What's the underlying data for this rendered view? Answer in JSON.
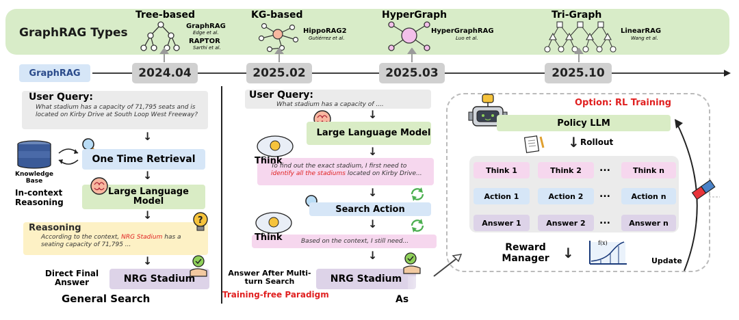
{
  "top_bar": {
    "title": "GraphRAG Types",
    "types": [
      {
        "label": "Tree-based",
        "methods": [
          {
            "name": "GraphRAG",
            "cite": "Edge et al."
          },
          {
            "name": "RAPTOR",
            "cite": "Sarthi et al."
          }
        ]
      },
      {
        "label": "KG-based",
        "methods": [
          {
            "name": "HippoRAG2",
            "cite": "Gutiérrez et al."
          }
        ]
      },
      {
        "label": "HyperGraph",
        "methods": [
          {
            "name": "HyperGraphRAG",
            "cite": "Luo et al."
          }
        ]
      },
      {
        "label": "Tri-Graph",
        "methods": [
          {
            "name": "LinearRAG",
            "cite": "Wang et al."
          }
        ]
      }
    ]
  },
  "timeline": {
    "start_label": "GraphRAG",
    "dates": [
      "2024.04",
      "2025.02",
      "2025.03",
      "2025.10"
    ]
  },
  "general": {
    "user_query_title": "User Query:",
    "user_query_text": "What stadium has a capacity of 71,795 seats and is located on Kirby Drive at South Loop West Freeway?",
    "kb_label": "Knowledge Base",
    "one_time_retrieval": "One Time Retrieval",
    "in_context_reasoning": "In-context Reasoning",
    "llm": "Large Language Model",
    "reasoning_title": "Reasoning",
    "reasoning_text_pre": "According to the context,",
    "reasoning_highlight": "NRG Stadium",
    "reasoning_text_post": "has a seating capacity of 71,795 ...",
    "direct_final_answer": "Direct Final Answer",
    "answer": "NRG Stadium",
    "caption": "General Search"
  },
  "training_free": {
    "user_query_title": "User Query:",
    "user_query_text": "What stadium has a capacity of ....",
    "llm": "Large Language Model",
    "think1_title": "Think",
    "think1_text_pre": "To find out the exact stadium, I first need to",
    "think1_highlight": "identify all the stadiums",
    "think1_text_post": "located on Kirby Drive...",
    "search_action": "Search Action",
    "think2_title": "Think",
    "think2_text": "Based on the context, I still need...",
    "answer_after": "Answer After Multi-turn Search",
    "answer": "NRG Stadium",
    "caption": "Training-free Paradigm",
    "truncated_label": "As"
  },
  "rl": {
    "option_title": "Option: RL Training",
    "policy_llm": "Policy LLM",
    "rollout": "Rollout",
    "thinks": [
      "Think 1",
      "Think 2",
      "Think n"
    ],
    "actions": [
      "Action 1",
      "Action 2",
      "Action n"
    ],
    "answers": [
      "Answer 1",
      "Answer 2",
      "Answer n"
    ],
    "ellipsis": "...",
    "reward_manager": "Reward Manager",
    "fx": "f(x)",
    "update": "Update"
  },
  "colors": {
    "top_band": "#d8ecc8",
    "red_text": "#e02020",
    "date_box": "#d0d0d0"
  }
}
